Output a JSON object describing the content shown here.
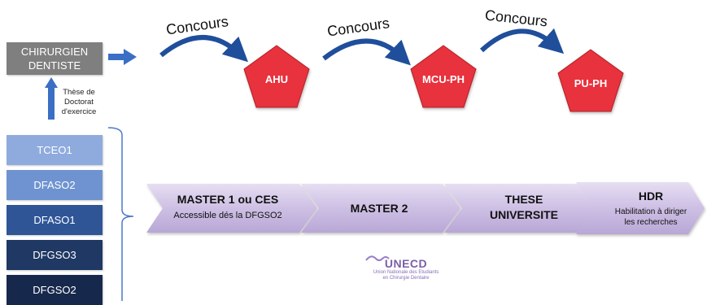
{
  "top": {
    "start_box": [
      "CHIRURGIEN",
      "DENTISTE"
    ],
    "these_label": [
      "Thèse de",
      "Doctorat",
      "d'exercice"
    ],
    "concours_label": "Concours",
    "grades": [
      "AHU",
      "MCU-PH",
      "PU-PH"
    ]
  },
  "years": [
    "TCEO1",
    "DFASO2",
    "DFASO1",
    "DFGSO3",
    "DFGSO2"
  ],
  "path": {
    "steps": [
      {
        "title": "MASTER 1 ou CES",
        "sub": [
          "Accessible dés la DFGSO2"
        ]
      },
      {
        "title": "MASTER 2",
        "sub": []
      },
      {
        "title": "THESE",
        "sub": [
          "UNIVERSITE"
        ]
      },
      {
        "title": "HDR",
        "sub": [
          "Habilitation à diriger",
          "les recherches"
        ]
      }
    ]
  },
  "logo": {
    "name": "UNECD",
    "tagline": [
      "Union Nationale des Etudiants",
      "en Chirurgie Dentaire"
    ]
  },
  "colors": {
    "grey_box": "#7f7f7f",
    "pentagon": "#e8313e",
    "arc": "#1f4e9b",
    "arrow": "#3a6fc4",
    "years": [
      "#8fabde",
      "#6f93d0",
      "#2f5597",
      "#1f3864",
      "#17284d"
    ],
    "chevron": "#cbbfe2"
  }
}
